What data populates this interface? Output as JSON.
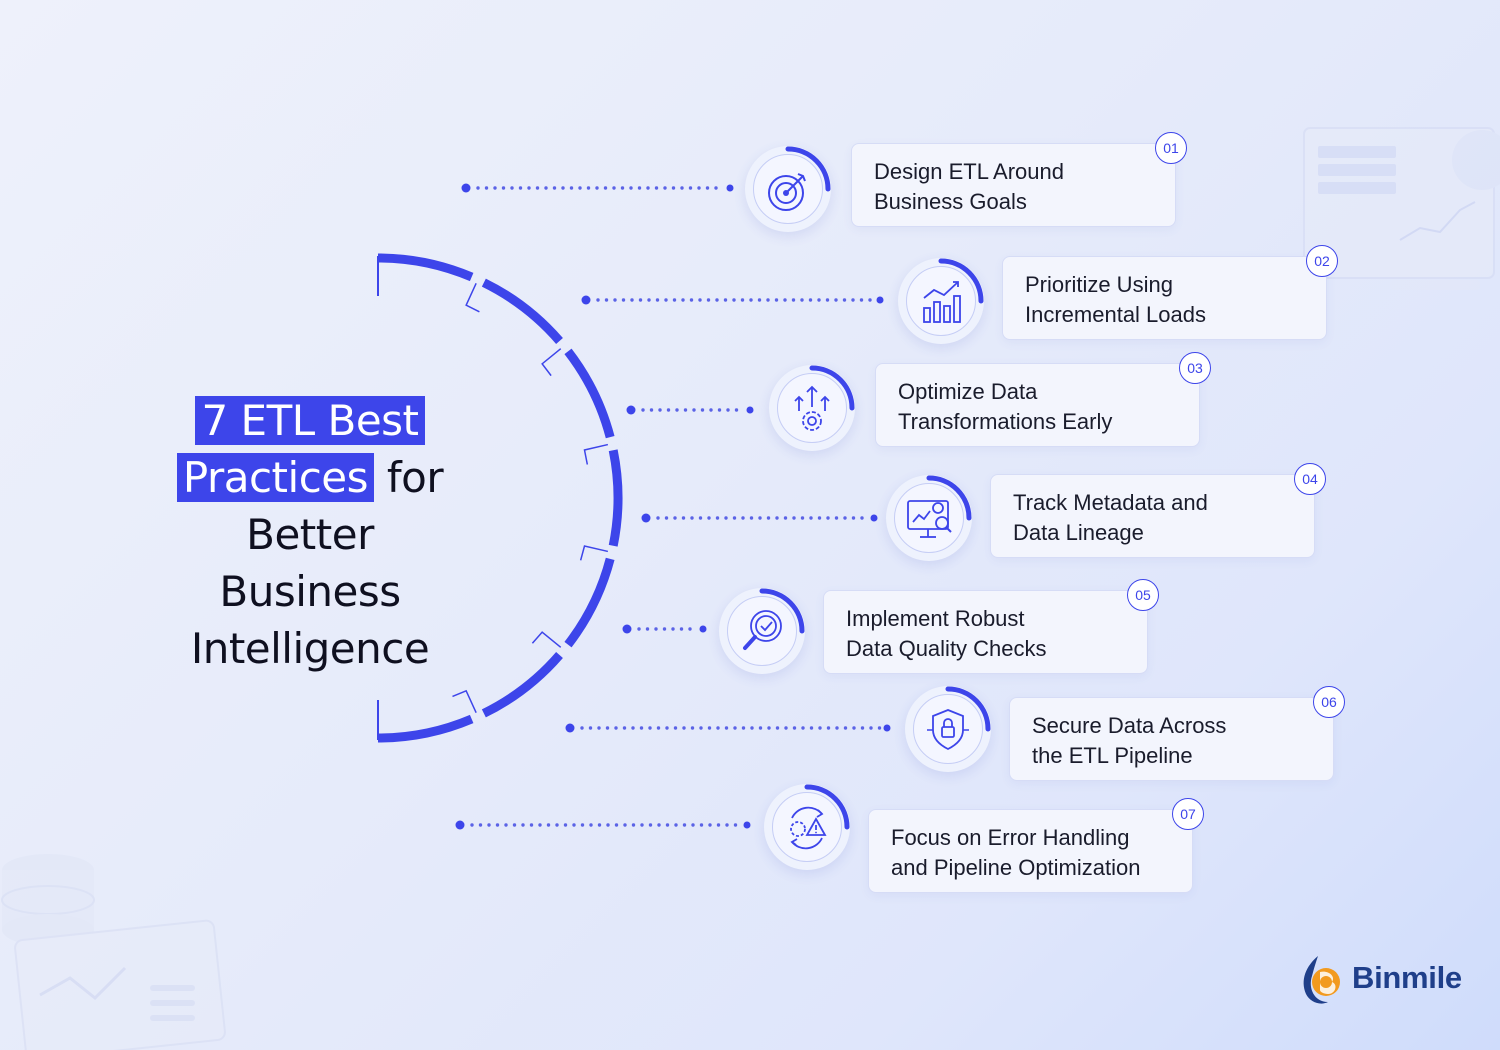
{
  "title": {
    "line1_highlight": "7 ETL Best",
    "line2_highlight": "Practices",
    "line2_rest": " for",
    "line3": "Better Business",
    "line4": "Intelligence"
  },
  "accent_color": "#3d45ea",
  "items": [
    {
      "number": "01",
      "line1": "Design ETL Around",
      "line2": "Business Goals",
      "icon": "target-icon"
    },
    {
      "number": "02",
      "line1": "Prioritize Using",
      "line2": "Incremental Loads",
      "icon": "growth-chart-icon"
    },
    {
      "number": "03",
      "line1": "Optimize Data",
      "line2": "Transformations Early",
      "icon": "gear-arrows-icon"
    },
    {
      "number": "04",
      "line1": "Track Metadata and",
      "line2": "Data Lineage",
      "icon": "monitor-analytics-icon"
    },
    {
      "number": "05",
      "line1": "Implement Robust",
      "line2": "Data Quality Checks",
      "icon": "magnifier-check-icon"
    },
    {
      "number": "06",
      "line1": "Secure Data Across",
      "line2": "the ETL Pipeline",
      "icon": "shield-lock-icon"
    },
    {
      "number": "07",
      "line1": "Focus on Error Handling",
      "line2": "and Pipeline Optimization",
      "icon": "gear-warning-icon"
    }
  ],
  "brand": {
    "name": "Binmile"
  }
}
